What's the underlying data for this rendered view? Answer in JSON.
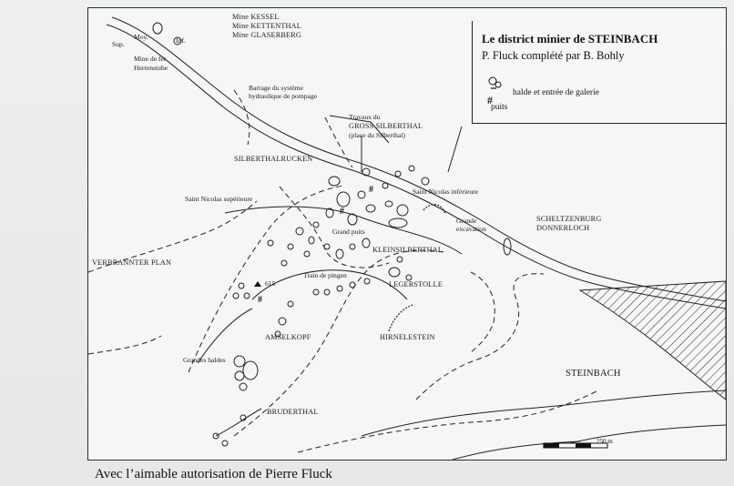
{
  "legend": {
    "title": "Le district minier de STEINBACH",
    "authors": "P. Fluck complété par B. Bohly",
    "halde": "halde et entrée de galerie",
    "puits_symbol": "#",
    "puits": "puits"
  },
  "map": {
    "scale_label": "250 m",
    "labels": {
      "mine_kessel": "Mine KESSEL",
      "mine_kettenthal": "Mine KETTENTHAL",
      "mine_glaserberg": "Mine GLASERBERG",
      "moy": "Moy.",
      "sup": "Sup.",
      "inf": "Inf.",
      "mine_de_fer": "Mine de fer",
      "herrenstube": "Herrenstube",
      "barrage_1": "Barrage du système",
      "barrage_2": "hydraulique de pompage",
      "travaux_1": "Travaux du",
      "travaux_2": "GROSS SILBERTHAL",
      "travaux_3": "(place du Silberthal)",
      "silberthalrucken": "SILBERTHALRUCKEN",
      "saint_nicolas_sup": "Saint Nicolas supérieure",
      "saint_nicolas_inf": "Saint Nicolas inférieure",
      "grand_puits": "Grand puits",
      "grande_excavation_1": "Grande",
      "grande_excavation_2": "excavation",
      "scheltzenburg": "SCHELTZENBURG",
      "donnerloch": "DONNERLOCH",
      "kleinsilberthal": "KLEINSILBERTHAL",
      "verbrannter_plan": "VERBRANNTER PLAN",
      "elevation_615": "615",
      "train_de_pingen": "Train de pingen",
      "legerstolle": "LEGERSTOLLE",
      "amselkopf": "AMSELKOPF",
      "hirnelestein": "HIRNELESTEIN",
      "grandes_haldes": "Grandes haldes",
      "bruderthal": "BRUDERTHAL",
      "steinbach": "STEINBACH"
    }
  },
  "caption": {
    "credit": "Avec l’aimable autorisation de Pierre Fluck"
  }
}
